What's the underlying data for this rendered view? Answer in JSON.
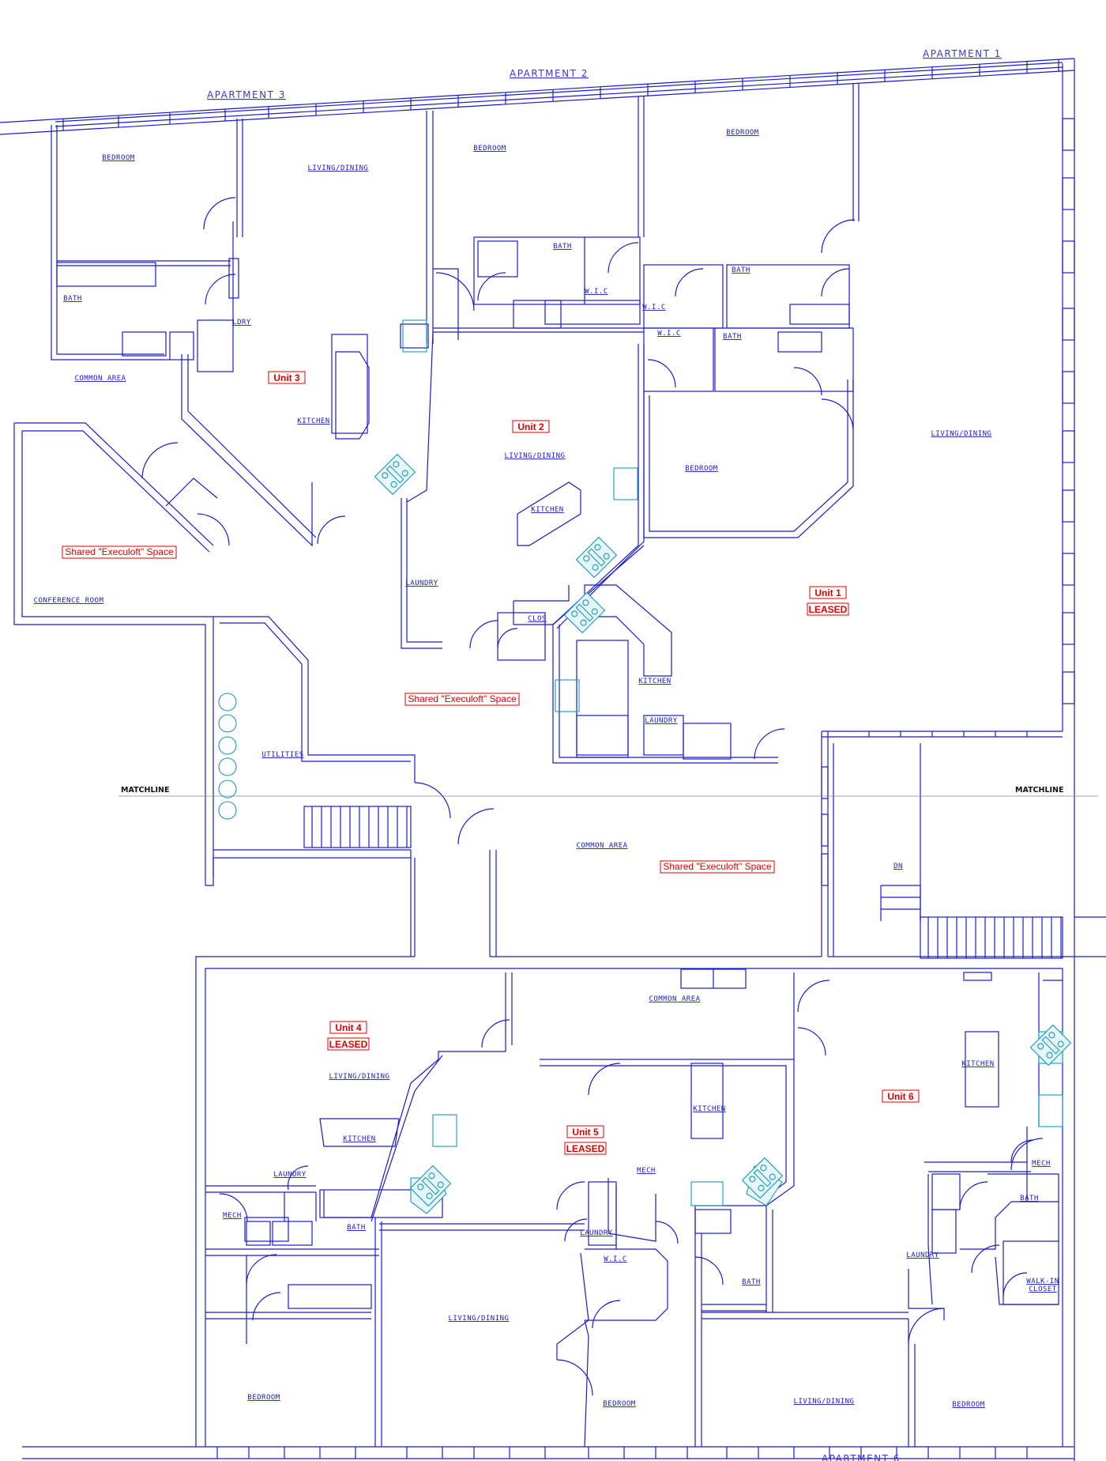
{
  "plan": {
    "apartments": [
      "APARTMENT 1",
      "APARTMENT 2",
      "APARTMENT 3",
      "APARTMENT 6"
    ],
    "matchline_label": "MATCHLINE",
    "rooms": [
      {
        "id": "bedroom-a3",
        "label": "BEDROOM"
      },
      {
        "id": "living-a3",
        "label": "LIVING/DINING"
      },
      {
        "id": "bath-a3",
        "label": "BATH"
      },
      {
        "id": "ldry-a3",
        "label": "LDRY"
      },
      {
        "id": "common-1",
        "label": "COMMON AREA"
      },
      {
        "id": "kitchen-u3",
        "label": "KITCHEN"
      },
      {
        "id": "bedroom-a2",
        "label": "BEDROOM"
      },
      {
        "id": "bath-a2",
        "label": "BATH"
      },
      {
        "id": "wic-a2",
        "label": "W.I.C"
      },
      {
        "id": "living-u2",
        "label": "LIVING/DINING"
      },
      {
        "id": "kitchen-u2",
        "label": "KITCHEN"
      },
      {
        "id": "bedroom-a1",
        "label": "BEDROOM"
      },
      {
        "id": "bath-a1a",
        "label": "BATH"
      },
      {
        "id": "wic-a1a",
        "label": "W.I.C"
      },
      {
        "id": "wic-a1b",
        "label": "W.I.C"
      },
      {
        "id": "bath-a1b",
        "label": "BATH"
      },
      {
        "id": "bedroom-a1b",
        "label": "BEDROOM"
      },
      {
        "id": "living-a1",
        "label": "LIVING/DINING"
      },
      {
        "id": "conference",
        "label": "CONFERENCE ROOM"
      },
      {
        "id": "laundry-1",
        "label": "LAUNDRY"
      },
      {
        "id": "clos-1",
        "label": "CLOS"
      },
      {
        "id": "kitchen-u1",
        "label": "KITCHEN"
      },
      {
        "id": "laundry-u1",
        "label": "LAUNDRY"
      },
      {
        "id": "utilities",
        "label": "UTILITIES"
      },
      {
        "id": "common-2",
        "label": "COMMON AREA"
      },
      {
        "id": "dn",
        "label": "DN"
      },
      {
        "id": "common-3",
        "label": "COMMON AREA"
      },
      {
        "id": "living-u4",
        "label": "LIVING/DINING"
      },
      {
        "id": "kitchen-u4",
        "label": "KITCHEN"
      },
      {
        "id": "laundry-u4",
        "label": "LAUNDRY"
      },
      {
        "id": "mech-u4",
        "label": "MECH"
      },
      {
        "id": "bath-u4",
        "label": "BATH"
      },
      {
        "id": "bedroom-u4",
        "label": "BEDROOM"
      },
      {
        "id": "kitchen-u5",
        "label": "KITCHEN"
      },
      {
        "id": "mech-u5",
        "label": "MECH"
      },
      {
        "id": "laundry-u5",
        "label": "LAUNDRY"
      },
      {
        "id": "wic-u5",
        "label": "W.I.C"
      },
      {
        "id": "bath-u5",
        "label": "BATH"
      },
      {
        "id": "living-u5",
        "label": "LIVING/DINING"
      },
      {
        "id": "bedroom-u5",
        "label": "BEDROOM"
      },
      {
        "id": "kitchen-u6",
        "label": "KITCHEN"
      },
      {
        "id": "mech-u6",
        "label": "MECH"
      },
      {
        "id": "bath-u6",
        "label": "BATH"
      },
      {
        "id": "laundry-u6",
        "label": "LAUNDRY"
      },
      {
        "id": "walkin-u6",
        "label": "WALK-IN"
      },
      {
        "id": "closet-u6",
        "label": "CLOSET"
      },
      {
        "id": "living-u6",
        "label": "LIVING/DINING"
      },
      {
        "id": "bedroom-u6",
        "label": "BEDROOM"
      }
    ],
    "units": [
      {
        "id": "unit-3",
        "label": "Unit 3",
        "status": ""
      },
      {
        "id": "unit-2",
        "label": "Unit 2",
        "status": ""
      },
      {
        "id": "unit-1",
        "label": "Unit 1",
        "status": "LEASED"
      },
      {
        "id": "unit-4",
        "label": "Unit 4",
        "status": "LEASED"
      },
      {
        "id": "unit-5",
        "label": "Unit 5",
        "status": "LEASED"
      },
      {
        "id": "unit-6",
        "label": "Unit 6",
        "status": ""
      }
    ],
    "shared_label": "Shared \"Execuloft\" Space",
    "colors": {
      "wall": "#1a1acc",
      "fixture": "#1a9ab8",
      "unit_label": "#e00000",
      "matchline": "#888888"
    }
  }
}
